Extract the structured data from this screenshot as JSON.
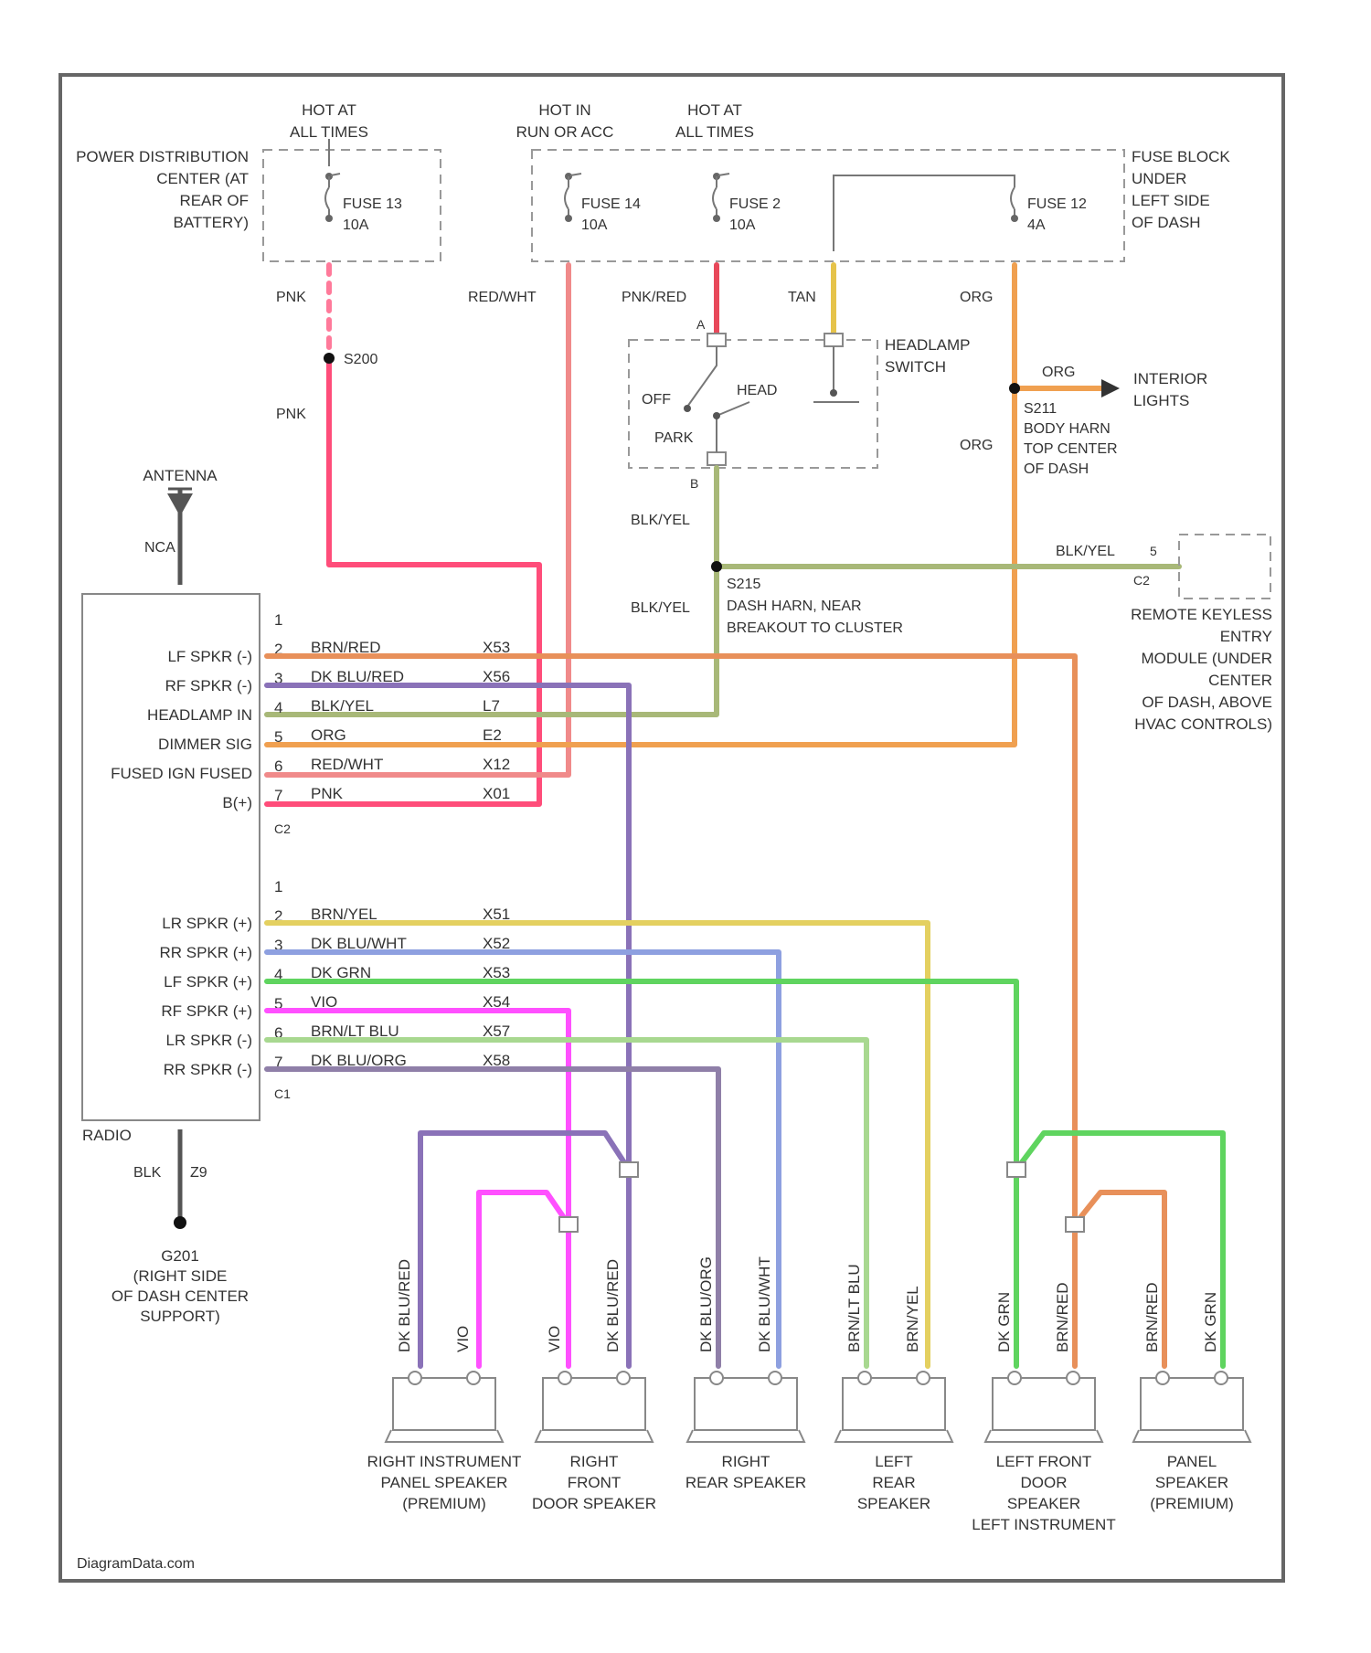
{
  "supplies": {
    "hot_at_all_times_1": [
      "HOT AT",
      "ALL TIMES"
    ],
    "hot_in_run_acc": [
      "HOT IN",
      "RUN OR ACC"
    ],
    "hot_at_all_times_2": [
      "HOT AT",
      "ALL TIMES"
    ]
  },
  "pdc": [
    "POWER DISTRIBUTION",
    "CENTER (AT",
    "REAR OF",
    "BATTERY)"
  ],
  "fuse_block": [
    "FUSE BLOCK",
    "UNDER",
    "LEFT SIDE",
    "OF DASH"
  ],
  "fuses": {
    "f13": [
      "FUSE 13",
      "10A"
    ],
    "f14": [
      "FUSE 14",
      "10A"
    ],
    "f2": [
      "FUSE 2",
      "10A"
    ],
    "f12": [
      "FUSE 12",
      "4A"
    ]
  },
  "wires_top": {
    "pnk": "PNK",
    "red_wht": "RED/WHT",
    "pnk_red": "PNK/RED",
    "tan": "TAN",
    "org": "ORG",
    "org2": "ORG",
    "org3": "ORG",
    "pnk2": "PNK",
    "blk_yel": "BLK/YEL",
    "blk_yel2": "BLK/YEL",
    "blk_yel3": "BLK/YEL"
  },
  "splices": {
    "s200": "S200",
    "s211": [
      "S211",
      "BODY HARN",
      "TOP CENTER",
      "OF DASH"
    ],
    "s215": [
      "S215",
      "DASH HARN, NEAR",
      "BREAKOUT TO CLUSTER"
    ]
  },
  "headlamp_switch": {
    "name": [
      "HEADLAMP",
      "SWITCH"
    ],
    "off": "OFF",
    "head": "HEAD",
    "park": "PARK",
    "pin_a": "A",
    "pin_b": "B"
  },
  "interior_lights": [
    "INTERIOR",
    "LIGHTS"
  ],
  "antenna": {
    "label": "ANTENNA",
    "nca": "NCA"
  },
  "rke": {
    "label": [
      "REMOTE KEYLESS",
      "ENTRY",
      "MODULE (UNDER",
      "CENTER",
      "OF DASH, ABOVE",
      "HVAC CONTROLS)"
    ],
    "pin": "5",
    "conn": "C2"
  },
  "radio": {
    "name": "RADIO",
    "c2_label": "C2",
    "c1_label": "C1",
    "c2_pins": [
      {
        "num": "1",
        "label": "",
        "wire": "",
        "circuit": ""
      },
      {
        "num": "2",
        "label": "LF SPKR (-)",
        "wire": "BRN/RED",
        "circuit": "X53"
      },
      {
        "num": "3",
        "label": "RF SPKR (-)",
        "wire": "DK BLU/RED",
        "circuit": "X56"
      },
      {
        "num": "4",
        "label": "HEADLAMP IN",
        "wire": "BLK/YEL",
        "circuit": "L7"
      },
      {
        "num": "5",
        "label": "DIMMER SIG",
        "wire": "ORG",
        "circuit": "E2"
      },
      {
        "num": "6",
        "label": "FUSED IGN FUSED",
        "wire": "RED/WHT",
        "circuit": "X12"
      },
      {
        "num": "7",
        "label": "B(+)",
        "wire": "PNK",
        "circuit": "X01"
      }
    ],
    "c1_pins": [
      {
        "num": "1",
        "label": "",
        "wire": "",
        "circuit": ""
      },
      {
        "num": "2",
        "label": "LR SPKR (+)",
        "wire": "BRN/YEL",
        "circuit": "X51"
      },
      {
        "num": "3",
        "label": "RR SPKR (+)",
        "wire": "DK BLU/WHT",
        "circuit": "X52"
      },
      {
        "num": "4",
        "label": "LF SPKR (+)",
        "wire": "DK GRN",
        "circuit": "X53"
      },
      {
        "num": "5",
        "label": "RF SPKR (+)",
        "wire": "VIO",
        "circuit": "X54"
      },
      {
        "num": "6",
        "label": "LR SPKR (-)",
        "wire": "BRN/LT BLU",
        "circuit": "X57"
      },
      {
        "num": "7",
        "label": "RR SPKR (-)",
        "wire": "DK BLU/ORG",
        "circuit": "X58"
      }
    ]
  },
  "ground": {
    "wire": "BLK",
    "circuit": "Z9",
    "label": [
      "G201",
      "(RIGHT SIDE",
      "OF DASH CENTER",
      "SUPPORT)"
    ]
  },
  "speakers": [
    {
      "label": [
        "RIGHT INSTRUMENT",
        "PANEL SPEAKER",
        "(PREMIUM)"
      ],
      "wires": [
        "DK BLU/RED",
        "VIO"
      ]
    },
    {
      "label": [
        "RIGHT",
        "FRONT",
        "DOOR SPEAKER"
      ],
      "wires": [
        "VIO",
        "DK BLU/RED"
      ]
    },
    {
      "label": [
        "RIGHT",
        "REAR SPEAKER"
      ],
      "wires": [
        "DK BLU/ORG",
        "DK BLU/WHT"
      ]
    },
    {
      "label": [
        "LEFT",
        "REAR",
        "SPEAKER"
      ],
      "wires": [
        "BRN/LT BLU",
        "BRN/YEL"
      ]
    },
    {
      "label": [
        "LEFT FRONT",
        "DOOR",
        "SPEAKER",
        "LEFT INSTRUMENT"
      ],
      "wires": [
        "DK GRN",
        "BRN/RED"
      ]
    },
    {
      "label": [
        "PANEL",
        "SPEAKER",
        "(PREMIUM)"
      ],
      "wires": [
        "BRN/RED",
        "DK GRN"
      ]
    }
  ],
  "watermark": "DiagramData.com",
  "colors": {
    "pnk": "#ff4d7a",
    "red_wht": "#f08a8a",
    "pnk_red": "#e8485a",
    "tan": "#e6c34a",
    "org": "#f0a050",
    "blk_yel": "#a8b878",
    "brn_red": "#e8905a",
    "dk_blu_red": "#8a72b8",
    "brn_yel": "#e4d060",
    "dk_blu_wht": "#8ea0e0",
    "dk_grn": "#5fd45f",
    "vio": "#ff50ff",
    "brn_lt_blu": "#a8d890",
    "dk_blu_org": "#8f7fa8"
  }
}
